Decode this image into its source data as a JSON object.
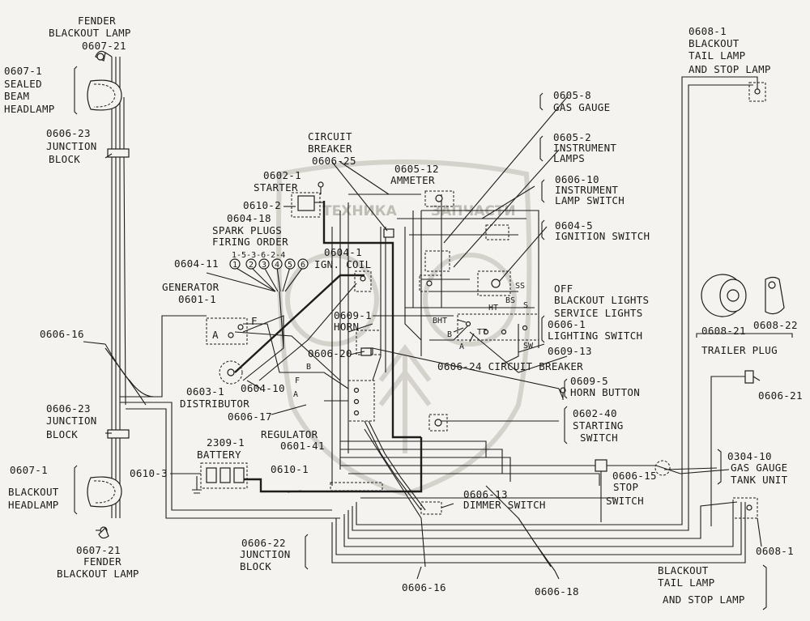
{
  "watermark": {
    "left_text": "ТЕХНИКА",
    "right_text": "ЗАПЧАСТИ"
  },
  "labels": {
    "fender_top_1": "FENDER",
    "fender_top_2": "BLACKOUT LAMP",
    "fender_top_3": "0607-21",
    "sealed_1": "0607-1",
    "sealed_2": "SEALED",
    "sealed_3": "BEAM",
    "sealed_4": "HEADLAMP",
    "jb_top_1": "0606-23",
    "jb_top_2": "JUNCTION",
    "jb_top_3": "BLOCK",
    "cb_1": "CIRCUIT",
    "cb_2": "BREAKER",
    "cb_3": "0606-25",
    "starter_1": "0602-1",
    "starter_2": "STARTER",
    "w0610_2": "0610-2",
    "spark_1": "0604-18",
    "spark_2": "SPARK PLUGS",
    "spark_3": "FIRING ORDER",
    "spark_4": "1-5-3-6-2-4",
    "plug_1": "1",
    "plug_2": "2",
    "plug_3": "3",
    "plug_4": "4",
    "plug_5": "5",
    "plug_6": "6",
    "coil_1": "0604-1",
    "coil_2": "IGN. COIL",
    "w0604_11": "0604-11",
    "gen_1": "GENERATOR",
    "gen_2": "0601-1",
    "horn_1": "0609-1",
    "horn_2": "HORN",
    "ammeter_1": "0605-12",
    "ammeter_2": "AMMETER",
    "gas_gauge_1": "0605-8",
    "gas_gauge_2": "GAS GAUGE",
    "inst_lamps_1": "0605-2",
    "inst_lamps_2": "INSTRUMENT",
    "inst_lamps_3": "LAMPS",
    "ils_1": "0606-10",
    "ils_2": "INSTRUMENT",
    "ils_3": "LAMP SWITCH",
    "ign_sw_1": "0604-5",
    "ign_sw_2": "IGNITION SWITCH",
    "ss": "SS",
    "bs": "BS",
    "s": "S",
    "ht": "HT",
    "bht": "BHT",
    "b_sw": "B",
    "tt": "TT",
    "a_sw": "A",
    "sw": "SW",
    "off": "OFF",
    "blackout_lights": "BLACKOUT LIGHTS",
    "service_lights": "SERVICE LIGHTS",
    "ls_1": "0606-1",
    "ls_2": "LIGHTING SWITCH",
    "w0609_13": "0609-13",
    "w0606_20": "0606-20",
    "reg_b": "B",
    "reg_f": "F",
    "reg_a": "A",
    "gen_f": "F",
    "gen_a": "A",
    "cb24": "0606-24 CIRCUIT BREAKER",
    "hb_1": "0609-5",
    "hb_2": "HORN BUTTON",
    "w0606_16_left": "0606-16",
    "dist_1": "0603-1",
    "dist_2": "DISTRIBUTOR",
    "w0604_10": "0604-10",
    "w0606_17": "0606-17",
    "jb_bot_1": "0606-23",
    "jb_bot_2": "JUNCTION",
    "jb_bot_3": "BLOCK",
    "reg_1": "REGULATOR",
    "reg_2": "0601-41",
    "ss_1": "0602-40",
    "ss_2": "STARTING",
    "ss_3": "SWITCH",
    "bat_1": "2309-1",
    "bat_2": "BATTERY",
    "w0610_3": "0610-3",
    "w0610_1": "0610-1",
    "bo_head_1": "0607-1",
    "bo_head_2": "BLACKOUT",
    "bo_head_3": "HEADLAMP",
    "dimmer_1": "0606-13",
    "dimmer_2": "DIMMER SWITCH",
    "stop_1": "0606-15",
    "stop_2": "STOP",
    "stop_3": "SWITCH",
    "tank_1": "0304-10",
    "tank_2": "GAS GAUGE",
    "tank_3": "TANK UNIT",
    "fender_bot_1": "0607-21",
    "fender_bot_2": "FENDER",
    "fender_bot_3": "BLACKOUT LAMP",
    "jb22_1": "0606-22",
    "jb22_2": "JUNCTION",
    "jb22_3": "BLOCK",
    "w0606_16_bot": "0606-16",
    "w0606_18": "0606-18",
    "tail_top_1": "0608-1",
    "tail_top_2": "BLACKOUT",
    "tail_top_3": "TAIL LAMP",
    "tail_top_4": "AND STOP LAMP",
    "tp_1": "0608-21",
    "tp_2": "0608-22",
    "tp_3": "TRAILER PLUG",
    "w0606_21": "0606-21",
    "tail_bot_0": "0608-1",
    "tail_bot_1": "BLACKOUT",
    "tail_bot_2": "TAIL LAMP",
    "tail_bot_3": "AND STOP LAMP"
  }
}
